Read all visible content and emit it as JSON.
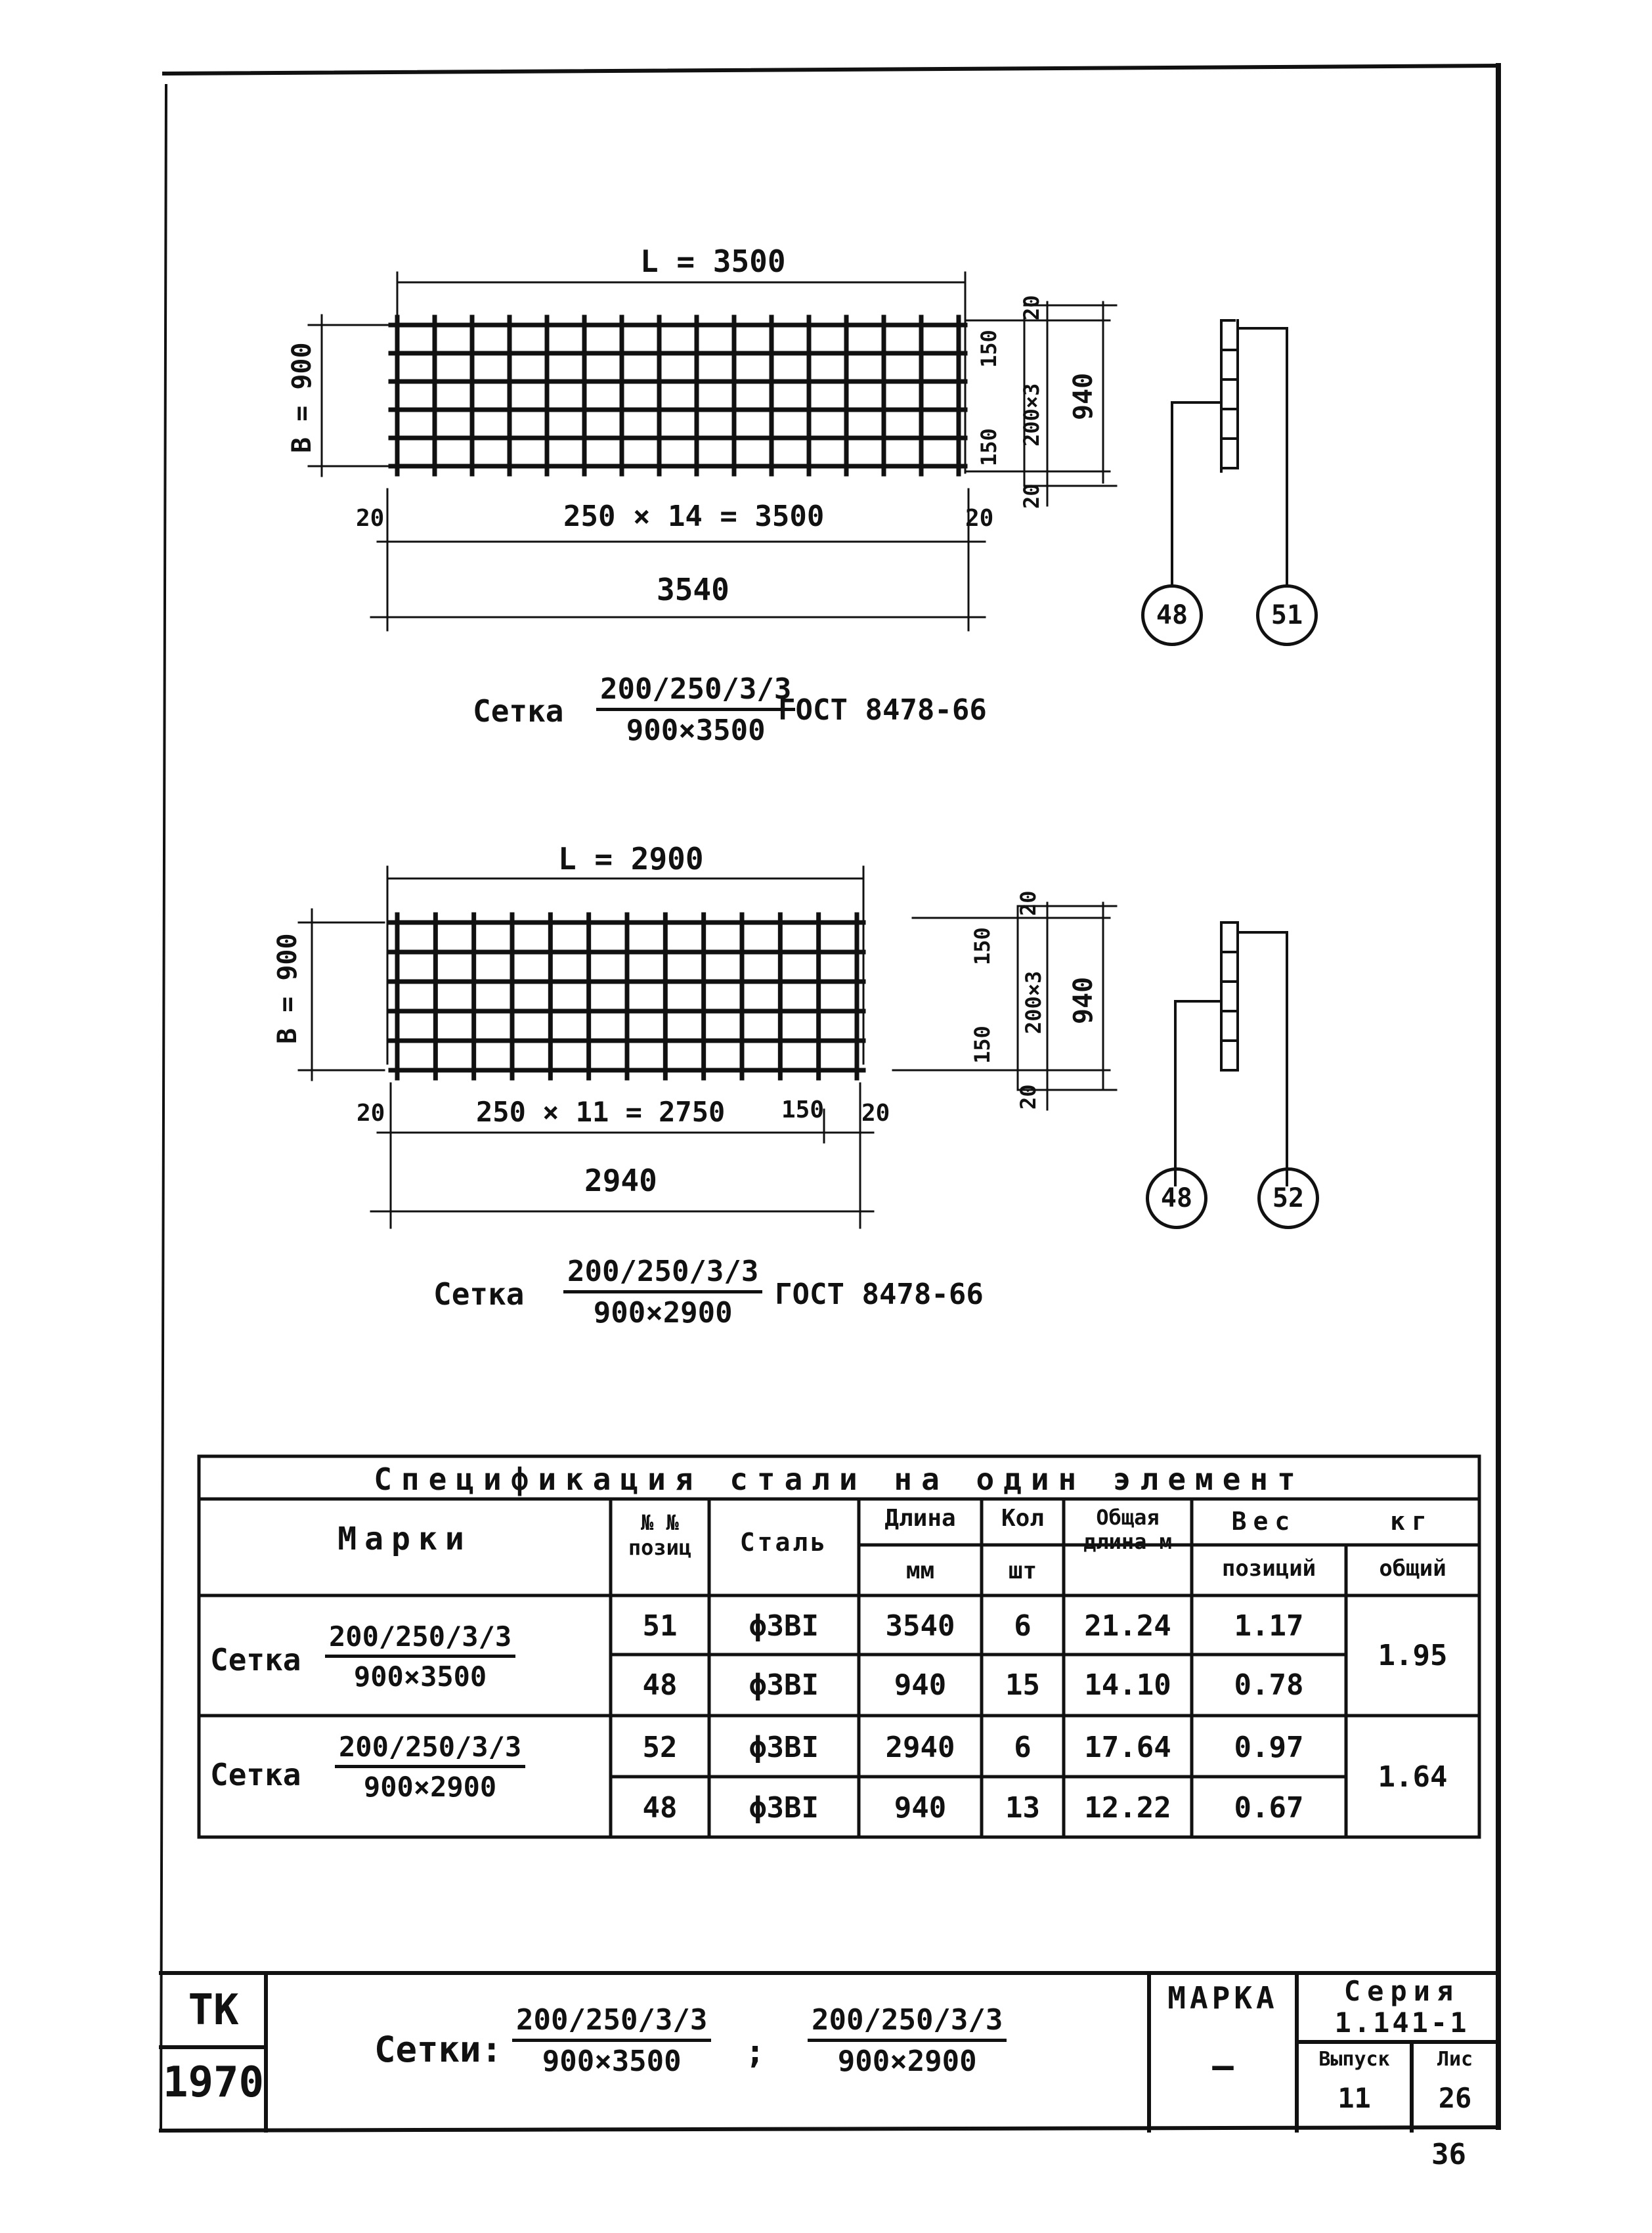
{
  "drawing1": {
    "length_label": "L = 3500",
    "width_label": "B = 900",
    "pitch_label": "250 × 14 = 3500",
    "end_left": "20",
    "end_right": "20",
    "total_label": "3540",
    "right_top": "20",
    "right_150_top": "150",
    "right_mid": "200×3",
    "right_150_bot": "150",
    "right_bottom": "20",
    "right_total": "940",
    "pos_a": "48",
    "pos_b": "51",
    "caption_prefix": "Сетка",
    "caption_num": "200/250/3/3",
    "caption_den": "900×3500",
    "caption_suffix": "ГОСТ 8478-66"
  },
  "drawing2": {
    "length_label": "L = 2900",
    "width_label": "B = 900",
    "pitch_label": "250 × 11 = 2750",
    "extra_label": "150",
    "end_left": "20",
    "end_right": "20",
    "total_label": "2940",
    "right_top": "20",
    "right_150_top": "150",
    "right_mid": "200×3",
    "right_150_bot": "150",
    "right_bottom": "20",
    "right_total": "940",
    "pos_a": "48",
    "pos_b": "52",
    "caption_prefix": "Сетка",
    "caption_num": "200/250/3/3",
    "caption_den": "900×2900",
    "caption_suffix": "ГОСТ 8478-66"
  },
  "table": {
    "title": "Спецификация стали на один элемент",
    "headers": {
      "marks": "Марки",
      "pos": "№ № позиц",
      "steel": "Сталь",
      "length_top": "Длина",
      "length_unit": "мм",
      "qty_top": "Кол",
      "qty_unit": "шт",
      "total_length": "Общая длина м",
      "weight": "Вес",
      "weight_unit": "кг",
      "weight_pos": "позиций",
      "weight_total": "общий"
    },
    "groups": [
      {
        "mark_prefix": "Сетка",
        "mark_num": "200/250/3/3",
        "mark_den": "900×3500",
        "total_weight": "1.95",
        "rows": [
          {
            "pos": "51",
            "steel": "ϕ3BI",
            "length": "3540",
            "qty": "6",
            "total_length": "21.24",
            "weight": "1.17"
          },
          {
            "pos": "48",
            "steel": "ϕ3BI",
            "length": "940",
            "qty": "15",
            "total_length": "14.10",
            "weight": "0.78"
          }
        ]
      },
      {
        "mark_prefix": "Сетка",
        "mark_num": "200/250/3/3",
        "mark_den": "900×2900",
        "total_weight": "1.64",
        "rows": [
          {
            "pos": "52",
            "steel": "ϕ3BI",
            "length": "2940",
            "qty": "6",
            "total_length": "17.64",
            "weight": "0.97"
          },
          {
            "pos": "48",
            "steel": "ϕ3BI",
            "length": "940",
            "qty": "13",
            "total_length": "12.22",
            "weight": "0.67"
          }
        ]
      }
    ]
  },
  "stamp": {
    "org": "ТК",
    "year": "1970",
    "title_prefix": "Сетки:",
    "title_num1": "200/250/3/3",
    "title_den1": "900×3500",
    "title_sep": ";",
    "title_num2": "200/250/3/3",
    "title_den2": "900×2900",
    "marka_label": "МАРКА",
    "marka_value": "—",
    "series_label": "Серия",
    "series_value": "1.141-1",
    "issue_label": "Выпуск",
    "issue_value": "11",
    "sheet_label": "Лис",
    "sheet_value": "26"
  },
  "page_number": "36"
}
